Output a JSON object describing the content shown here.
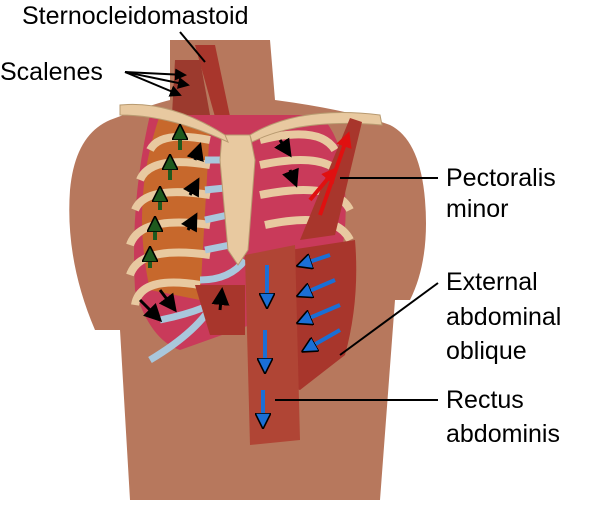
{
  "labels": {
    "sternocleidomastoid": "Sternocleidomastoid",
    "scalenes": "Scalenes",
    "pectoralis_minor_1": "Pectoralis",
    "pectoralis_minor_2": "minor",
    "external_oblique_1": "External",
    "external_oblique_2": "abdominal",
    "external_oblique_3": "oblique",
    "rectus_1": "Rectus",
    "rectus_2": "abdominis"
  },
  "colors": {
    "skin": "#b7785d",
    "muscle": "#a8362c",
    "rib": "#e8c9a0",
    "cartilage": "#a9c7dc",
    "intercostal": "#c93a5a",
    "arrow_inspiration": "#1e5a1e",
    "arrow_expiration": "#1a6fd6",
    "arrow_pectoralis": "#e01010"
  }
}
